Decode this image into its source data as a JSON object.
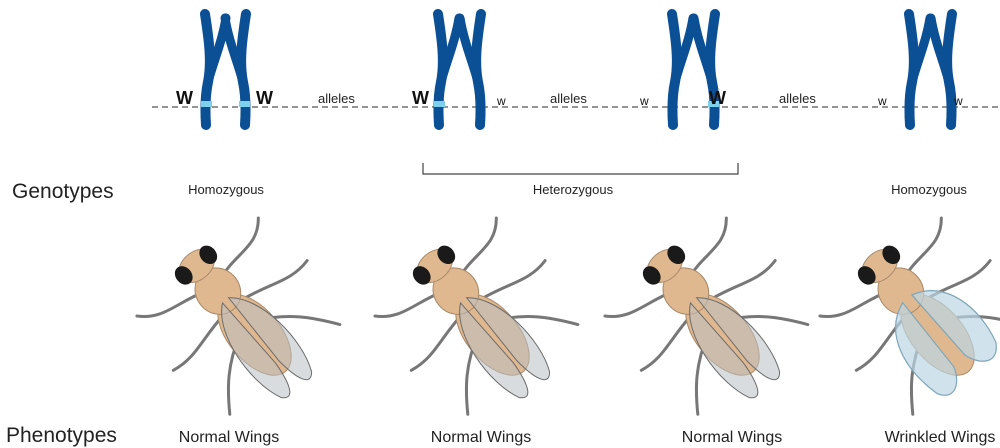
{
  "row_labels": {
    "genotypes": "Genotypes",
    "phenotypes": "Phenotypes"
  },
  "connector_word": "alleles",
  "groups": [
    {
      "zygosity": "Homozygous",
      "phenotype": "Normal Wings",
      "left_allele": "W",
      "right_allele": "W"
    },
    {
      "zygosity": "Heterozygous",
      "phenotype": "Normal Wings",
      "left_allele": "W",
      "right_allele": "w"
    },
    {
      "zygosity": "",
      "phenotype": "Normal Wings",
      "left_allele": "w",
      "right_allele": "W"
    },
    {
      "zygosity": "Homozygous",
      "phenotype": "Wrinkled Wings",
      "left_allele": "w",
      "right_allele": "w"
    }
  ],
  "colors": {
    "chromosome": "#0b4f94",
    "dominant_band": "#7fd0ec",
    "fly_body": "#e0b890",
    "wing_normal": "#b9bfc3",
    "wing_wrinkled": "#bcd6e3"
  }
}
